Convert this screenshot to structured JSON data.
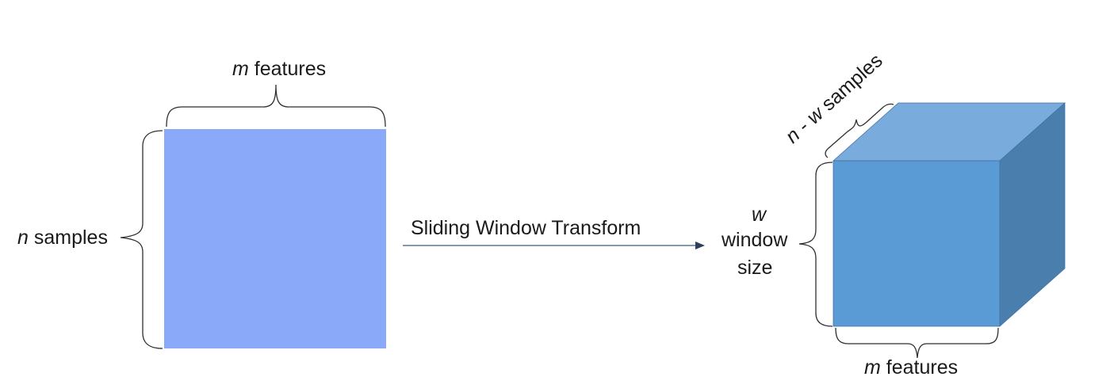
{
  "colors": {
    "matrix_fill": "#8aa9f8",
    "cube_front": "#5b9bd5",
    "cube_top": "#7aabdd",
    "cube_side": "#4a7ead",
    "cube_edge": "#3f72a3",
    "brace": "#2f2f2f",
    "arrow": "#3d5a80"
  },
  "icons": {
    "arrow": "arrow-right-icon"
  },
  "labels": {
    "matrix_top_var": "m",
    "matrix_top_text": " features",
    "matrix_left_var": "n",
    "matrix_left_text": " samples",
    "arrow_text": "Sliding Window Transform",
    "cube_left_var": "w",
    "cube_left_line2": "window",
    "cube_left_line3": "size",
    "cube_diag_var1": "n",
    "cube_diag_mid": " - ",
    "cube_diag_var2": "w",
    "cube_diag_text": " samples",
    "cube_bottom_var": "m",
    "cube_bottom_text": " features"
  }
}
